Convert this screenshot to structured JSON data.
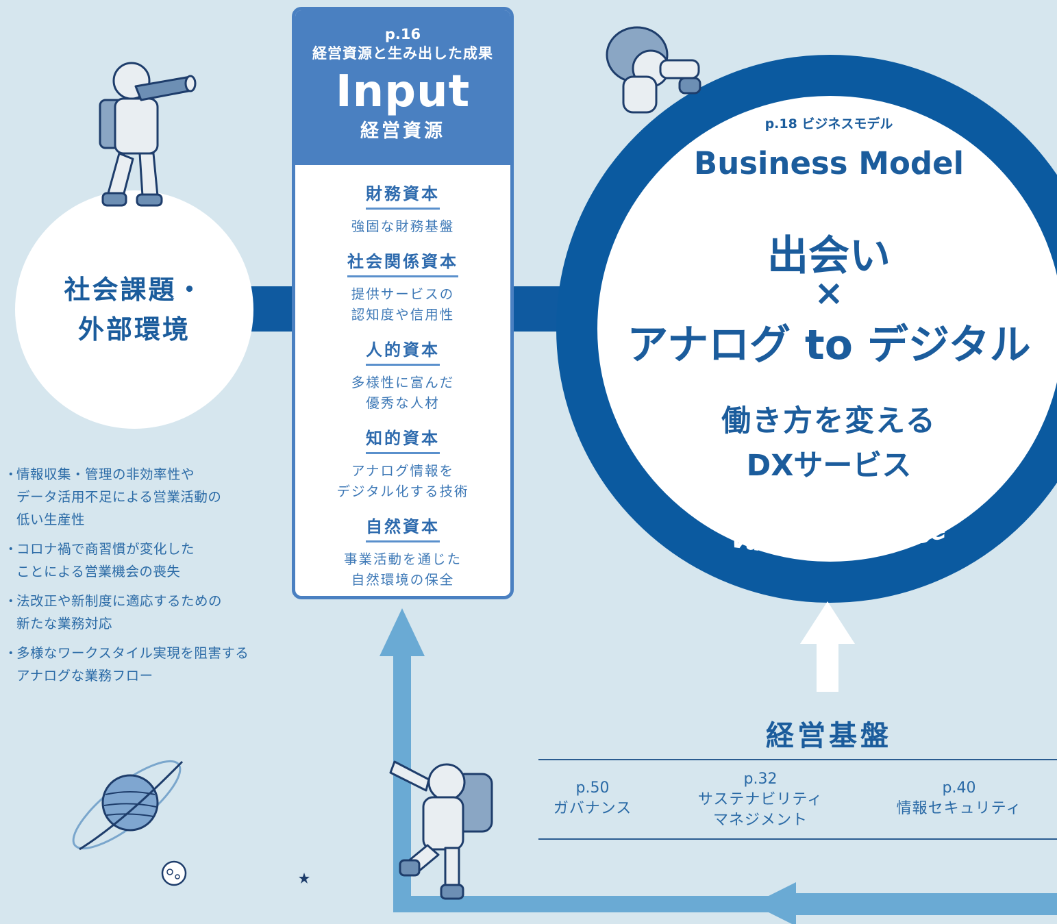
{
  "left_circle": {
    "line1": "社会課題・",
    "line2": "外部環境"
  },
  "issues": [
    {
      "bullet": "・",
      "text": "情報収集・管理の非効率性や\nデータ活用不足による営業活動の\n低い生産性"
    },
    {
      "bullet": "・",
      "text": "コロナ禍で商習慣が変化した\nことによる営業機会の喪失"
    },
    {
      "bullet": "・",
      "text": "法改正や新制度に適応するための\n新たな業務対応"
    },
    {
      "bullet": "・",
      "text": "多様なワークスタイル実現を阻害する\nアナログな業務フロー"
    }
  ],
  "input": {
    "page": "p.16",
    "subtitle": "経営資源と生み出した成果",
    "title": "Input",
    "title_ja": "経営資源",
    "resources": [
      {
        "title": "財務資本",
        "desc": "強固な財務基盤"
      },
      {
        "title": "社会関係資本",
        "desc": "提供サービスの\n認知度や信用性"
      },
      {
        "title": "人的資本",
        "desc": "多様性に富んだ\n優秀な人材"
      },
      {
        "title": "知的資本",
        "desc": "アナログ情報を\nデジタル化する技術"
      },
      {
        "title": "自然資本",
        "desc": "事業活動を通じた\n自然環境の保全"
      }
    ]
  },
  "business_model": {
    "page": "p.18 ビジネスモデル",
    "title": "Business Model",
    "line1": "出会い",
    "times": "×",
    "line2": "アナログ to デジタル",
    "line3": "働き方を変える",
    "line4": "DXサービス",
    "ring_word1": "Values",
    "ring_word2": "Premise"
  },
  "foundation": {
    "title": "経営基盤",
    "items": [
      {
        "page": "p.50",
        "label": "ガバナンス"
      },
      {
        "page": "p.32",
        "label": "サステナビリティ\nマネジメント"
      },
      {
        "page": "p.40",
        "label": "情報セキュリティ"
      }
    ]
  },
  "colors": {
    "background": "#d6e6ee",
    "navy": "#0b5aa0",
    "input_blue": "#4a80c1",
    "arrow_pale": "#6aaad4",
    "white": "#ffffff"
  }
}
